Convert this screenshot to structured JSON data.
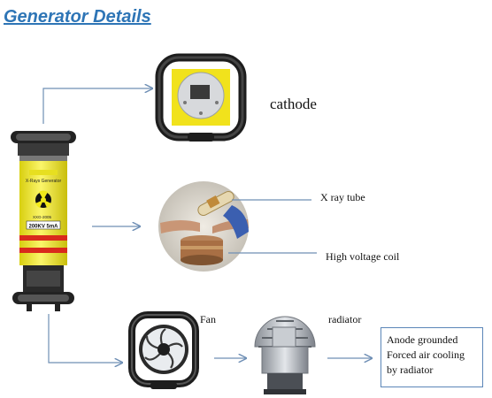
{
  "title": "Generator Details",
  "device": {
    "name_text": "X-Rays Generator",
    "model_text": "XXG-2005",
    "rating_text": "200KV 5mA"
  },
  "labels": {
    "cathode": "cathode",
    "xray_tube": "X ray tube",
    "hv_coil": "High voltage coil",
    "fan": "Fan",
    "radiator": "radiator"
  },
  "note": {
    "line1": "Anode grounded",
    "line2": "Forced air cooling",
    "line3": "by radiator"
  },
  "colors": {
    "accent": "#2e75b6",
    "arrow": "#6f8fb5",
    "generator_body": "#f2ea1a",
    "stripe": "#d92a1c"
  }
}
